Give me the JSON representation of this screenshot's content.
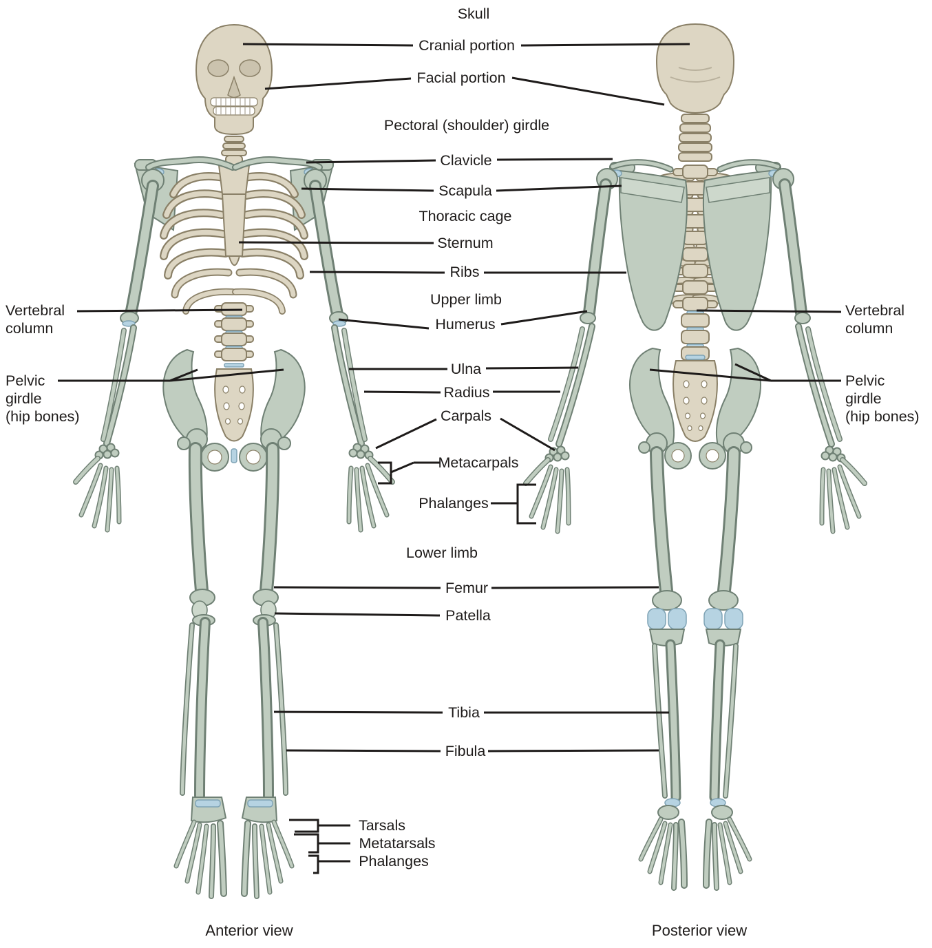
{
  "colors": {
    "background": "#ffffff",
    "bone": "#ddd6c3",
    "bone_outline": "#8a8067",
    "green": "#c0cdc0",
    "green_outline": "#6f8074",
    "blue": "#b6d3e2",
    "line": "#1e1b1a"
  },
  "headers": {
    "skull": "Skull",
    "pectoral_girdle": "Pectoral (shoulder) girdle",
    "thoracic_cage": "Thoracic cage",
    "upper_limb": "Upper limb",
    "lower_limb": "Lower limb"
  },
  "labels": {
    "cranial_portion": "Cranial portion",
    "facial_portion": "Facial portion",
    "clavicle": "Clavicle",
    "scapula": "Scapula",
    "sternum": "Sternum",
    "ribs": "Ribs",
    "humerus": "Humerus",
    "ulna": "Ulna",
    "radius": "Radius",
    "carpals": "Carpals",
    "metacarpals": "Metacarpals",
    "phalanges_hand": "Phalanges",
    "femur": "Femur",
    "patella": "Patella",
    "tibia": "Tibia",
    "fibula": "Fibula",
    "tarsals": "Tarsals",
    "metatarsals": "Metatarsals",
    "phalanges_foot": "Phalanges"
  },
  "side_labels": {
    "vertebral_column": {
      "line1": "Vertebral",
      "line2": "column"
    },
    "pelvic_girdle": {
      "line1": "Pelvic",
      "line2": "girdle",
      "line3": "(hip bones)"
    }
  },
  "captions": {
    "anterior": "Anterior view",
    "posterior": "Posterior view"
  }
}
